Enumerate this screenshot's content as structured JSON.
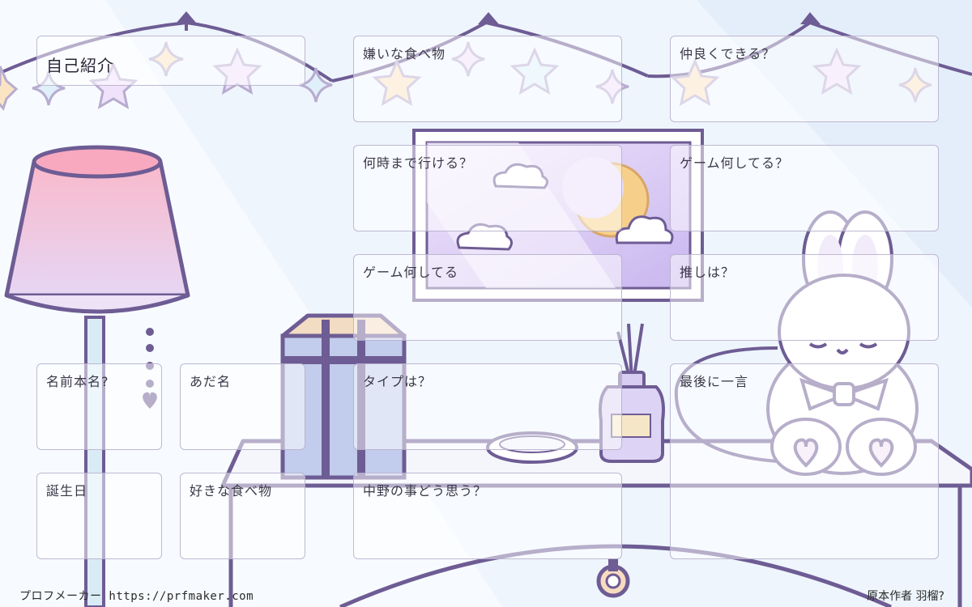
{
  "title": "自己紹介",
  "fields": {
    "name": "名前本名?",
    "nickname": "あだ名",
    "birthday": "誕生日",
    "favorite_food": "好きな食べ物",
    "disliked_food": "嫌いな食べ物",
    "until_when": "何時まで行ける？",
    "game_playing": "ゲーム何してる",
    "type": "タイプは？",
    "nakano_opinion": "中野の事どう思う？",
    "get_along": "仲良くできる？",
    "game_playing_q": "ゲーム何してる？",
    "oshi": "推しは？",
    "last_word": "最後に一言"
  },
  "footer": {
    "left": "プロフメーカー https://prfmaker.com",
    "right": "原本作者 羽榴?"
  },
  "colors": {
    "outline": "#6e5c94",
    "lamp_pink": "#f8c6d8",
    "window_purple": "#d8c9f2",
    "moon": "#f6d08a",
    "bunny": "#ffffff"
  },
  "icons": [
    "star-garland",
    "floor-lamp",
    "window-with-moon",
    "cloud-icon",
    "gift-box",
    "reed-diffuser",
    "plate",
    "bunny-plush"
  ]
}
